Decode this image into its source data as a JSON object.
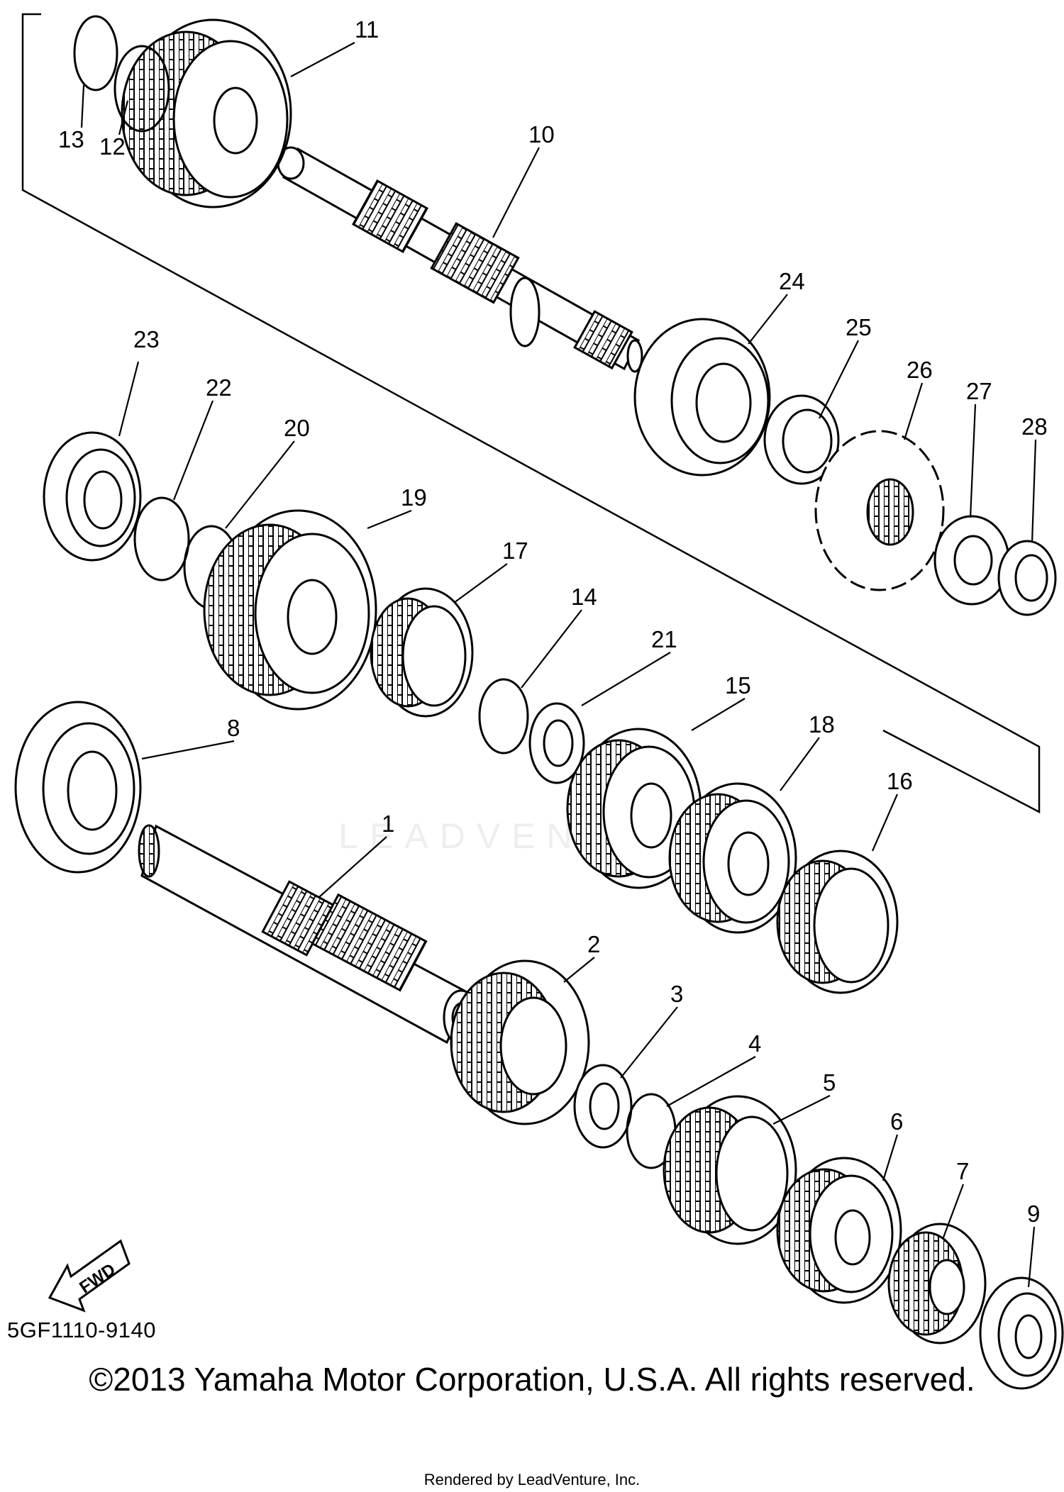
{
  "diagram_code": "5GF1110-9140",
  "copyright": "©2013 Yamaha Motor Corporation, U.S.A. All rights reserved.",
  "rendered_by": "Rendered by LeadVenture, Inc.",
  "watermark": "LEADVENTURE",
  "fwd_label": "FWD",
  "callouts": [
    "1",
    "2",
    "3",
    "4",
    "5",
    "6",
    "7",
    "8",
    "9",
    "10",
    "11",
    "12",
    "13",
    "14",
    "15",
    "16",
    "17",
    "18",
    "19",
    "20",
    "21",
    "22",
    "23",
    "24",
    "25",
    "26",
    "27",
    "28"
  ]
}
